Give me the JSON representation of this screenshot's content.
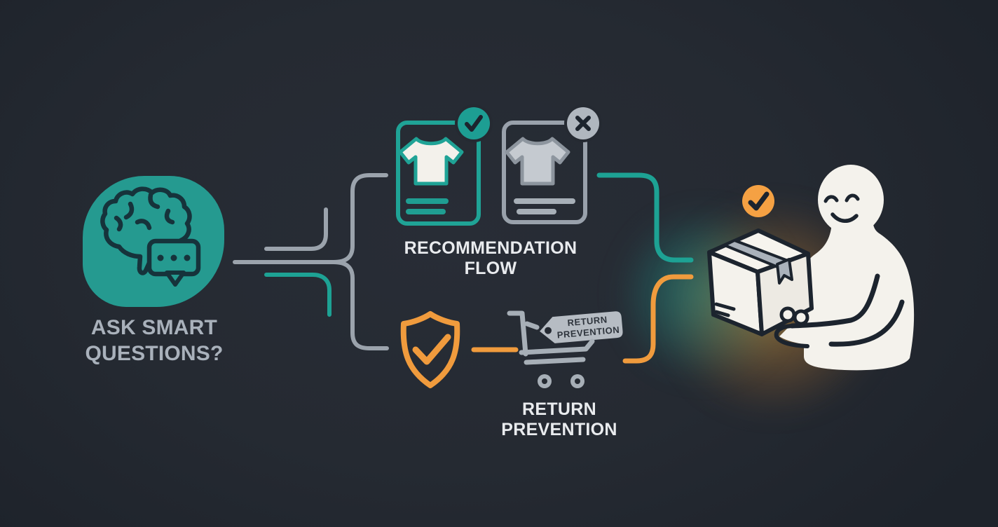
{
  "meta": {
    "title": "Ask Smart Questions flow diagram",
    "background": "#252a32"
  },
  "colors": {
    "teal": "#1fa396",
    "teal_blob": "#259a90",
    "orange": "#f09b3d",
    "orange_badge": "#f5a143",
    "gray_line": "#9ba3ac",
    "gray_icon": "#a7afb7",
    "dark_stroke": "#1c242e",
    "cream": "#f4f2ec",
    "white_text": "#e9ebee",
    "gray_text": "#a9b1bb",
    "tag_fill": "#b6bcc3",
    "shirt_gray": "#c5cad0"
  },
  "ask_node": {
    "line1": "ASK SMART",
    "line2": "QUESTIONS?",
    "icons": [
      "brain-icon",
      "chat-bubble-icon"
    ]
  },
  "recommendation_node": {
    "line1": "RECOMMENDATION",
    "line2": "FLOW",
    "cards": [
      {
        "status": "approved",
        "badge": "check-badge-teal"
      },
      {
        "status": "rejected",
        "badge": "x-badge-gray"
      }
    ]
  },
  "return_node": {
    "line1": "RETURN",
    "line2": "PREVENTION",
    "tag_line1": "RETURN",
    "tag_line2": "PREVENTION",
    "icons": [
      "shield-check-icon",
      "shopping-cart-icon",
      "price-tag-icon"
    ]
  },
  "outcome_node": {
    "icons": [
      "check-badge-orange",
      "package-box-icon",
      "person-holding-box-icon"
    ]
  }
}
